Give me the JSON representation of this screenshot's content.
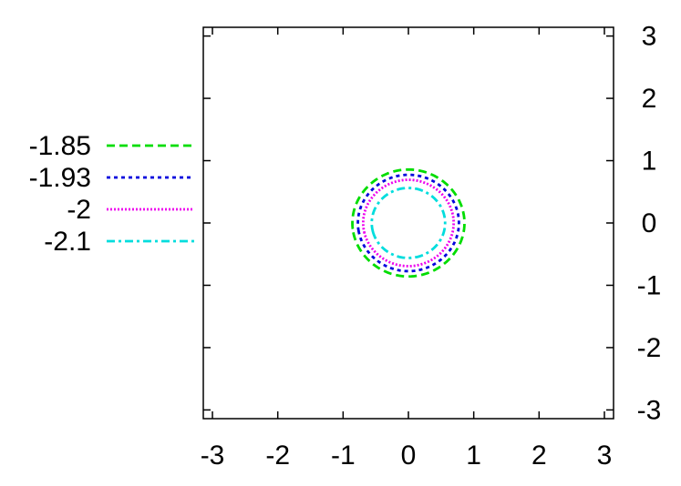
{
  "chart_data": {
    "type": "contour",
    "title": "",
    "xlabel": "",
    "ylabel": "",
    "xlim": [
      -3.14,
      3.14
    ],
    "ylim": [
      -3.14,
      3.14
    ],
    "xticks": [
      -3,
      -2,
      -1,
      0,
      1,
      2,
      3
    ],
    "yticks": [
      -3,
      -2,
      -1,
      0,
      1,
      2,
      3
    ],
    "x_tick_labels": [
      "-3",
      "-2",
      "-1",
      "0",
      "1",
      "2",
      "3"
    ],
    "y_tick_labels": [
      "-3",
      "-2",
      "-1",
      "0",
      "1",
      "2",
      "3"
    ],
    "y_axis_side": "right",
    "grid": false,
    "legend_position": "left",
    "series": [
      {
        "name": "-1.85",
        "level": -1.85,
        "color": "#00dd00",
        "dash": "dashed"
      },
      {
        "name": "-1.93",
        "level": -1.93,
        "color": "#0000dd",
        "dash": "dotted"
      },
      {
        "name": "-2",
        "level": -2.0,
        "color": "#ee00ee",
        "dash": "fine-dotted"
      },
      {
        "name": "-2.1",
        "level": -2.1,
        "color": "#00dddd",
        "dash": "dash-dot"
      }
    ]
  }
}
